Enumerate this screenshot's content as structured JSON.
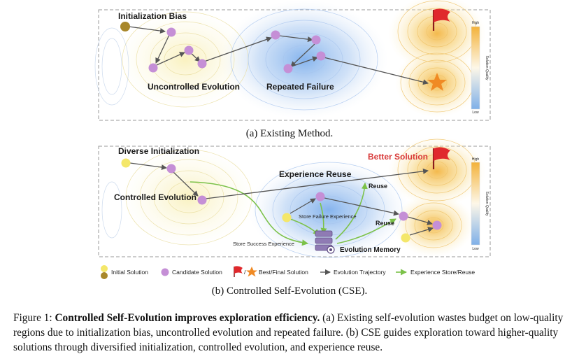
{
  "panel_a": {
    "labels": {
      "init_bias": "Initialization Bias",
      "uncontrolled": "Uncontrolled Evolution",
      "repeated": "Repeated Failure"
    },
    "caption": "(a) Existing Method."
  },
  "panel_b": {
    "labels": {
      "diverse_init": "Diverse Initialization",
      "controlled": "Controlled Evolution",
      "experience_reuse": "Experience Reuse",
      "better_solution": "Better Solution",
      "reuse_top": "Reuse",
      "reuse_right": "Reuse",
      "store_failure": "Store Failure Experience",
      "store_success": "Store Success Experience",
      "evolution_memory": "Evolution Memory"
    },
    "caption": "(b) Controlled Self-Evolution (CSE)."
  },
  "colorbar": {
    "high": "High",
    "low": "Low",
    "title": "Solution Quality"
  },
  "legend": {
    "initial": "Initial Solution",
    "candidate": "Candidate Solution",
    "best_final": "Best/Final Solution",
    "trajectory": "Evolution Trajectory",
    "store_reuse": "Experience Store/Reuse"
  },
  "figure_caption": {
    "prefix": "Figure 1: ",
    "bold": "Controlled Self-Evolution improves exploration efficiency.",
    "rest": " (a) Existing self-evolution wastes budget on low-quality regions due to initialization bias, uncontrolled evolution and repeated failure. (b) CSE guides exploration toward higher-quality solutions through diversified initialization, controlled evolution, and experience reuse."
  },
  "colors": {
    "purple": "#c58fd6",
    "yellow": "#f4e76a",
    "olive": "#a8872a",
    "flag": "#e0282c",
    "star": "#f08a24",
    "green": "#7cc24a",
    "gray": "#555555",
    "high": "#f5b93a",
    "low": "#7fb0e8"
  }
}
